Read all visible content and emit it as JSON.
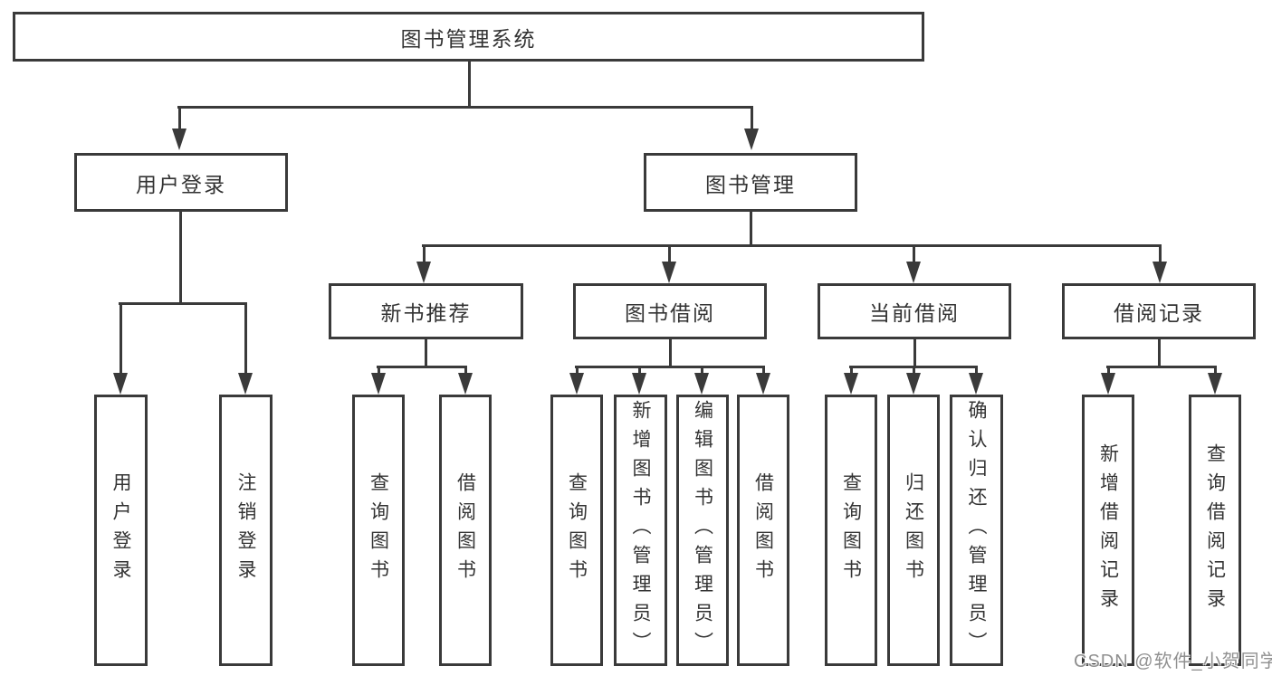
{
  "diagram": {
    "title": "图书管理系统",
    "type": "hierarchy-tree",
    "colors": {
      "line": "#3a3a3a",
      "text": "#333333",
      "box_background": "#ffffff",
      "page_background": "#ffffff",
      "watermark": "#909090"
    },
    "watermark": {
      "text": "CSDN @软件_小贺同学"
    },
    "nodes": {
      "root": {
        "label": "图书管理系统"
      },
      "user_login": {
        "label": "用户登录"
      },
      "book_mgmt": {
        "label": "图书管理"
      },
      "new_book_rec": {
        "label": "新书推荐"
      },
      "book_borrow": {
        "label": "图书借阅"
      },
      "current_borrow": {
        "label": "当前借阅"
      },
      "borrow_records": {
        "label": "借阅记录"
      },
      "leaf_user_login": {
        "label": "用户登录"
      },
      "leaf_logout": {
        "label": "注销登录"
      },
      "leaf_query_book_rec": {
        "label": "查询图书"
      },
      "leaf_borrow_book_rec": {
        "label": "借阅图书"
      },
      "leaf_query_book_borrow": {
        "label": "查询图书"
      },
      "leaf_add_book": {
        "label": "新增图书（管理员）"
      },
      "leaf_edit_book": {
        "label": "编辑图书（管理员）"
      },
      "leaf_borrow_book_borrow": {
        "label": "借阅图书"
      },
      "leaf_query_book_current": {
        "label": "查询图书"
      },
      "leaf_return_book": {
        "label": "归还图书"
      },
      "leaf_confirm_return": {
        "label": "确认归还（管理员）"
      },
      "leaf_add_borrow_record": {
        "label": "新增借阅记录"
      },
      "leaf_query_borrow_record": {
        "label": "查询借阅记录"
      }
    },
    "tree": {
      "图书管理系统": {
        "用户登录": [
          "用户登录",
          "注销登录"
        ],
        "图书管理": {
          "新书推荐": [
            "查询图书",
            "借阅图书"
          ],
          "图书借阅": [
            "查询图书",
            "新增图书（管理员）",
            "编辑图书（管理员）",
            "借阅图书"
          ],
          "当前借阅": [
            "查询图书",
            "归还图书",
            "确认归还（管理员）"
          ],
          "借阅记录": [
            "新增借阅记录",
            "查询借阅记录"
          ]
        }
      }
    }
  }
}
